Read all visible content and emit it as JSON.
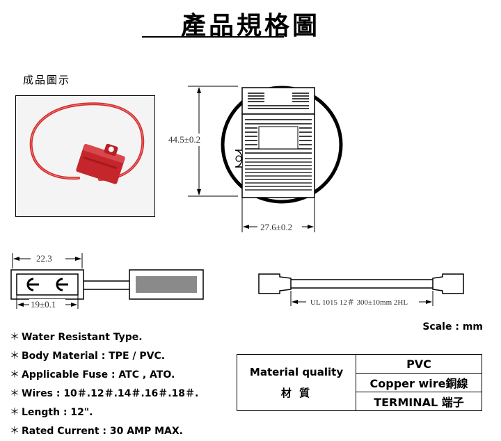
{
  "title": "產品規格圖",
  "product_label": "成品圖示",
  "dimensions": {
    "height": "44.5±0.2",
    "width": "27.6±0.2",
    "length": "22.3",
    "inner": "19±0.1",
    "wire_spec": "UL 1015  12＃ 300±10mm 2HL"
  },
  "scale": "Scale : mm",
  "specs": [
    "Water Resistant Type.",
    "Body Material : TPE / PVC.",
    "Applicable Fuse : ATC , ATO.",
    "Wires : 10＃.12＃.14＃.16＃.18＃.",
    "Length : 12\".",
    "Rated Current : 30 AMP MAX."
  ],
  "bullet": "＊",
  "material_table": {
    "header_en": "Material quality",
    "header_zh": "材 質",
    "rows": [
      "PVC",
      "Copper wire銅線",
      "TERMINAL 端子"
    ]
  },
  "colors": {
    "wire_red": "#d42b2b",
    "holder_red": "#c4262c"
  }
}
